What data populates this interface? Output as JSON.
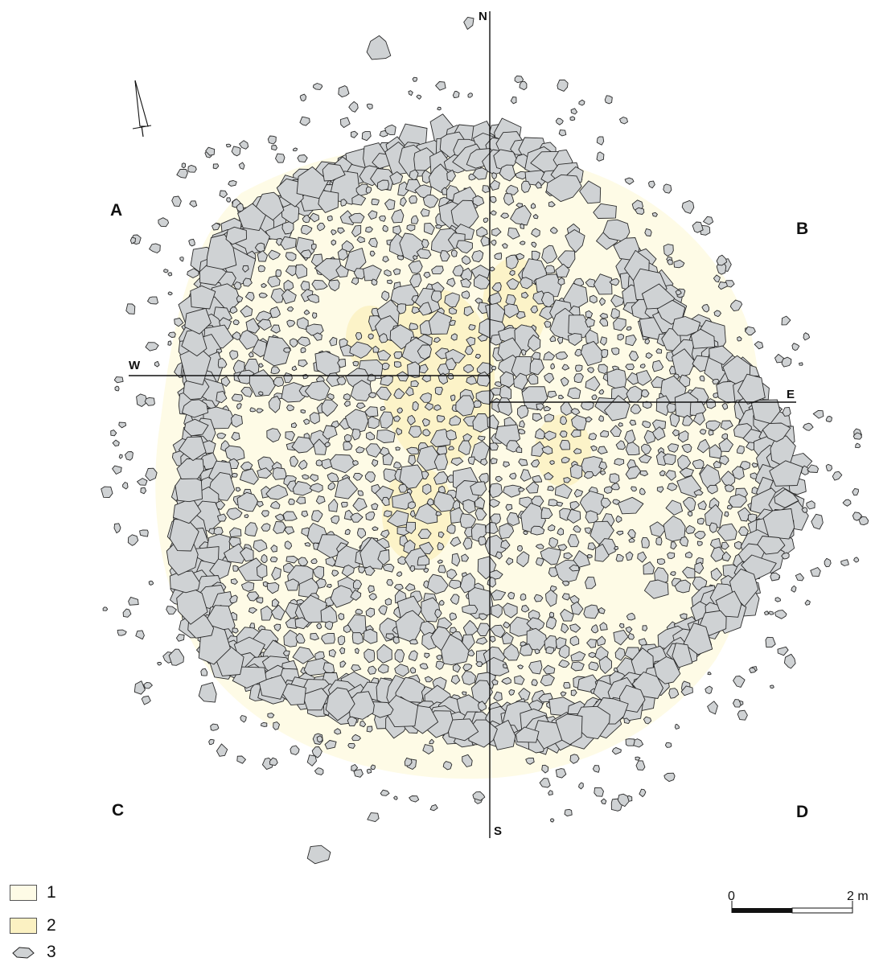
{
  "plan": {
    "quadrants": {
      "a": "A",
      "b": "B",
      "c": "C",
      "d": "D"
    },
    "axes": {
      "north": "N",
      "south": "S",
      "west": "W",
      "east": "E"
    }
  },
  "legend": [
    {
      "num": "1",
      "color": "#fefbe6"
    },
    {
      "num": "2",
      "color": "#fbf1c2"
    },
    {
      "num": "3",
      "color": "#cfd2d4"
    }
  ],
  "scale": {
    "start": "0",
    "end": "2 m"
  },
  "colors": {
    "stone_fill": "#cfd2d4",
    "stone_outline": "#2a2a2a",
    "layer1": "#fefbe6",
    "layer2": "#fbf1c2"
  }
}
